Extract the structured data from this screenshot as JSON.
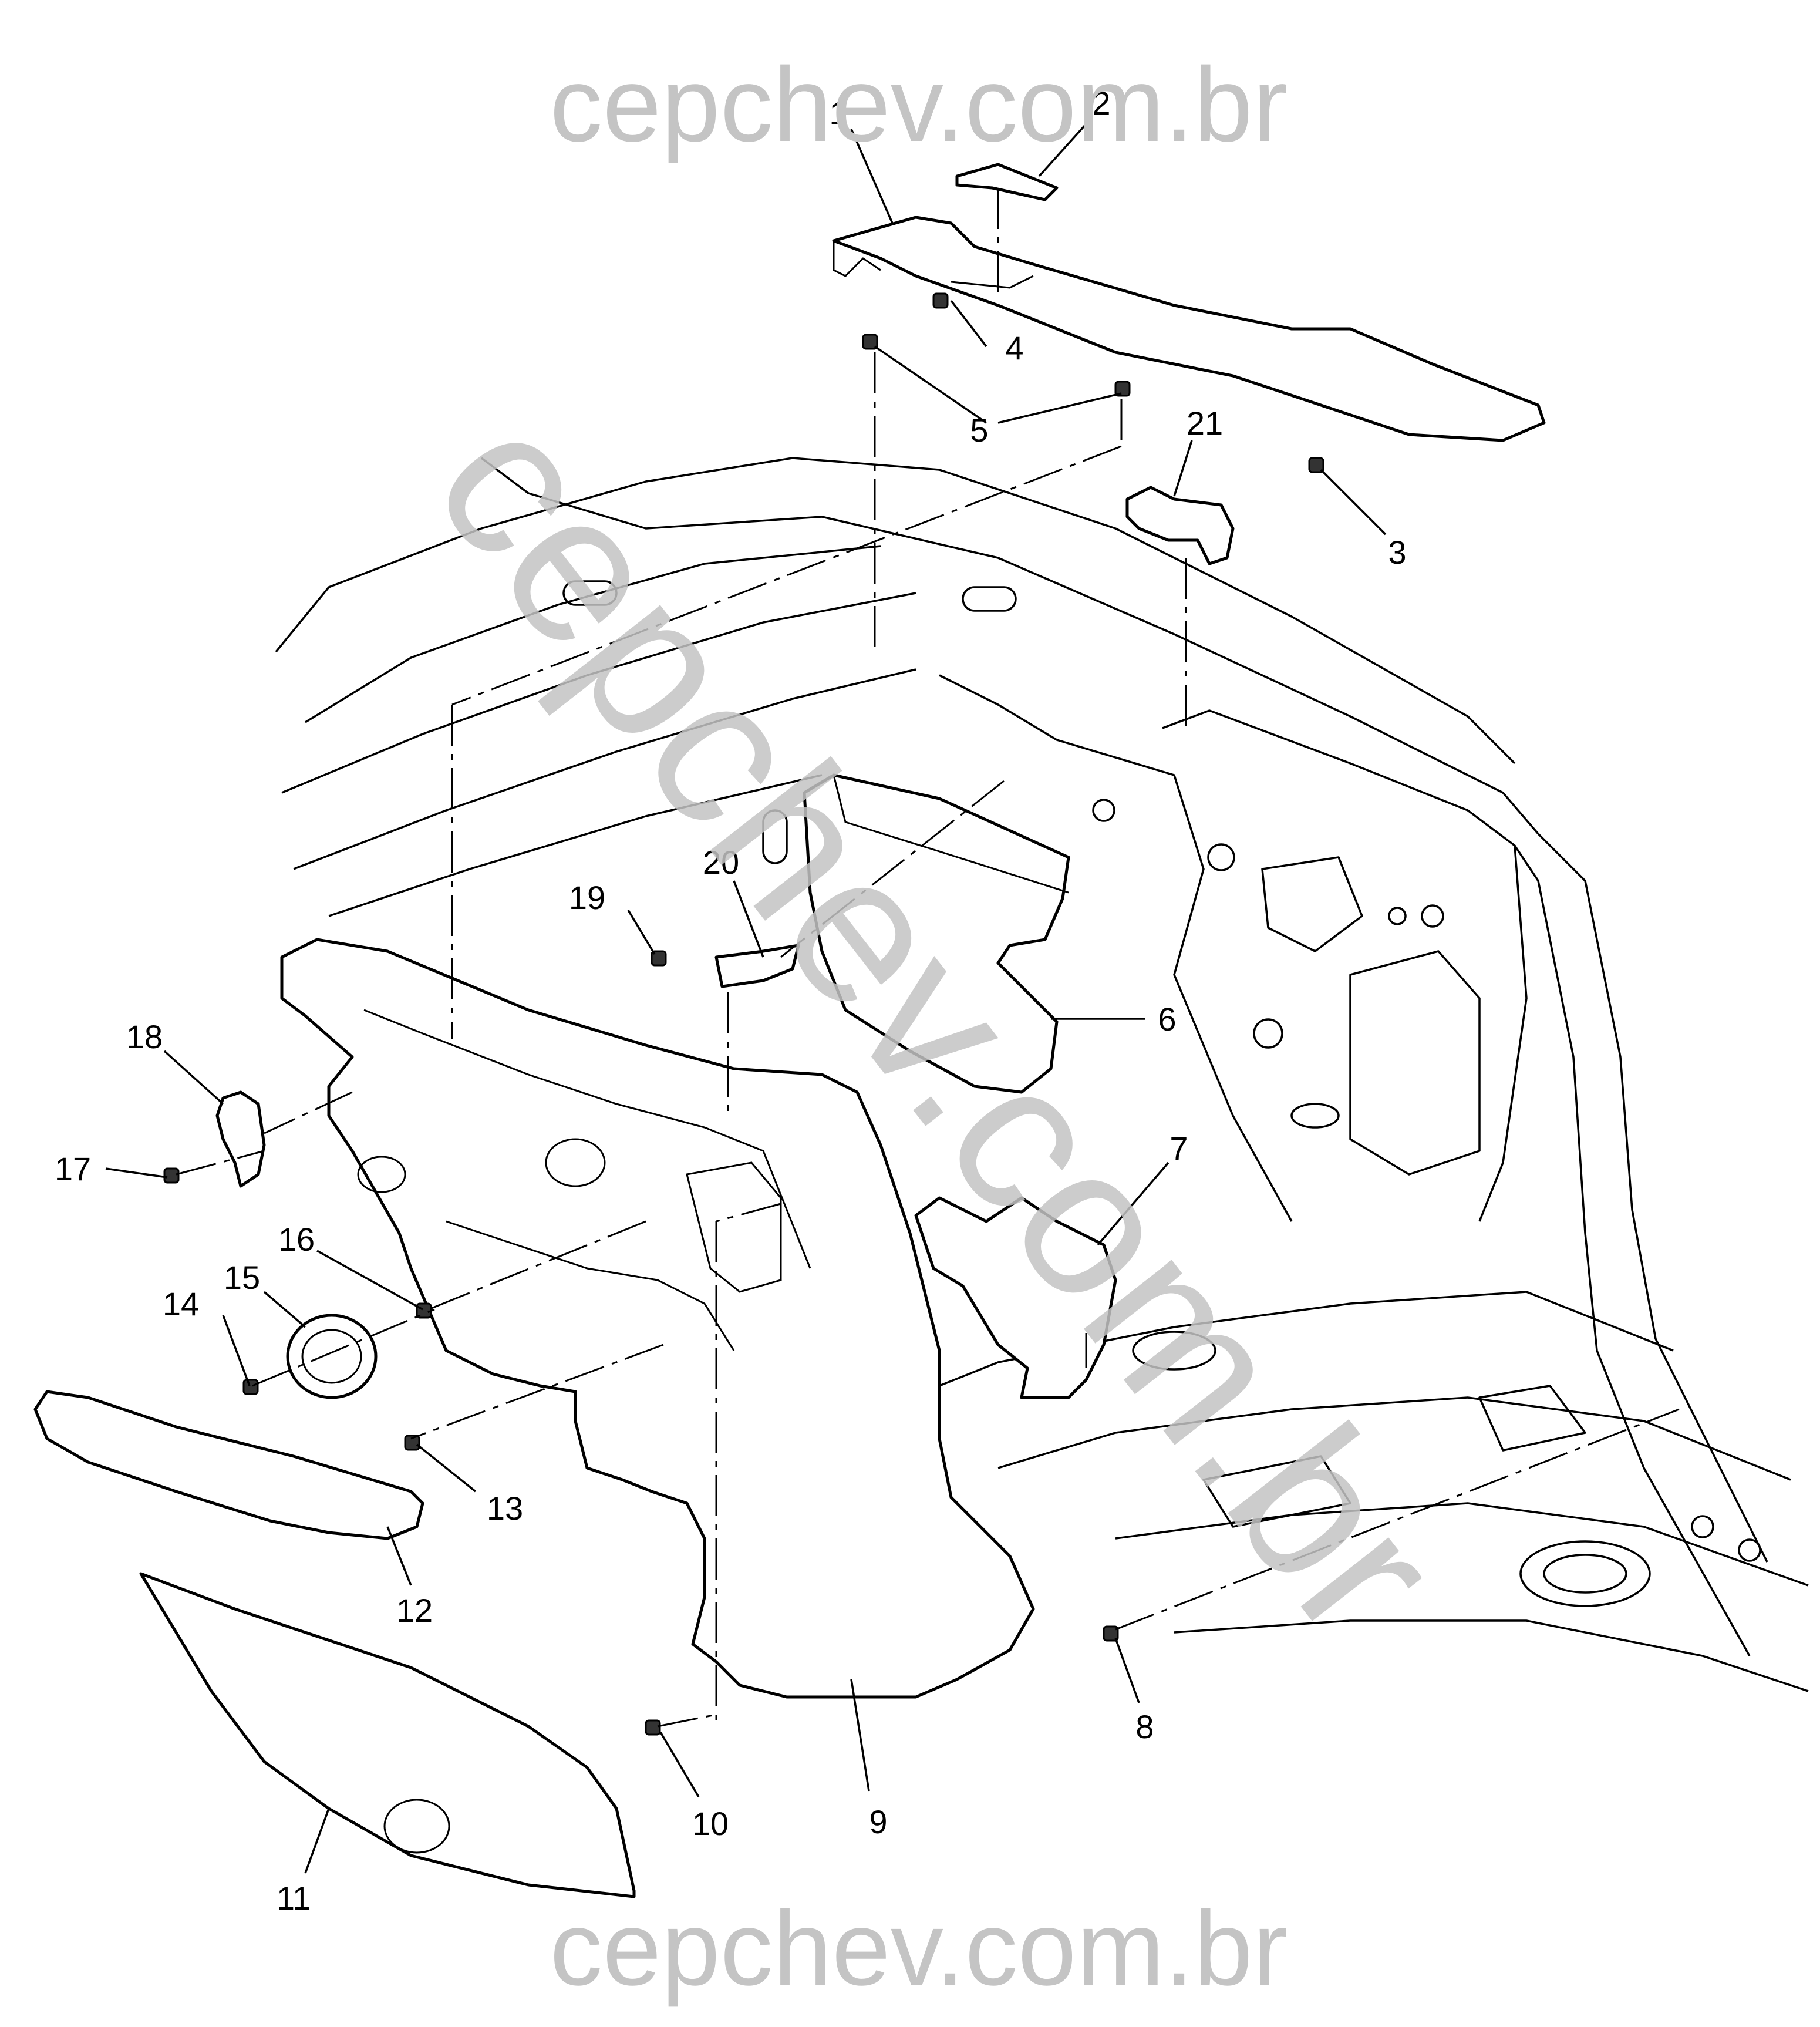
{
  "watermark": {
    "top": "cepchev.com.br",
    "bottom": "cepchev.com.br",
    "diagonal": "cepchev.com.br"
  },
  "callouts": [
    "1",
    "2",
    "3",
    "4",
    "5",
    "6",
    "7",
    "8",
    "9",
    "10",
    "11",
    "12",
    "13",
    "14",
    "15",
    "16",
    "17",
    "18",
    "19",
    "20",
    "21"
  ]
}
